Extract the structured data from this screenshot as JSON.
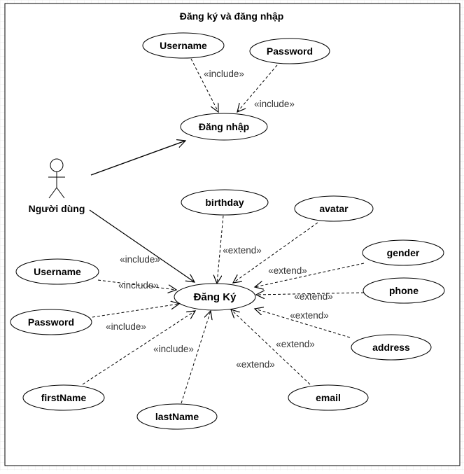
{
  "diagram": {
    "title": "Đăng ký và đăng nhập",
    "actor": {
      "name": "Người dùng"
    },
    "use_cases": {
      "login_username": "Username",
      "login_password": "Password",
      "login": "Đăng nhập",
      "register": "Đăng Ký",
      "birthday": "birthday",
      "avatar": "avatar",
      "gender": "gender",
      "phone": "phone",
      "address": "address",
      "email": "email",
      "reg_username": "Username",
      "reg_password": "Password",
      "firstName": "firstName",
      "lastName": "lastName"
    },
    "edge_labels": {
      "include": "«include»",
      "extend": "«extend»"
    }
  }
}
